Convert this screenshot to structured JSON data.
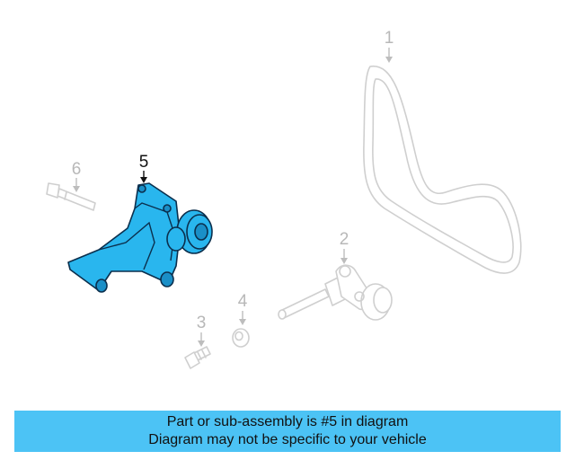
{
  "callouts": {
    "c1": "1",
    "c2": "2",
    "c3": "3",
    "c4": "4",
    "c5": "5",
    "c6": "6"
  },
  "highlight_part": "5",
  "colors": {
    "highlight_fill": "#29b6ee",
    "highlight_outline": "#0b2f4d",
    "ghost_outline": "#cfcfcf",
    "banner_bg": "#4cc3f5"
  },
  "banner": {
    "line1": "Part or sub-assembly is #5 in diagram",
    "line2": "Diagram may not be specific to your vehicle"
  }
}
